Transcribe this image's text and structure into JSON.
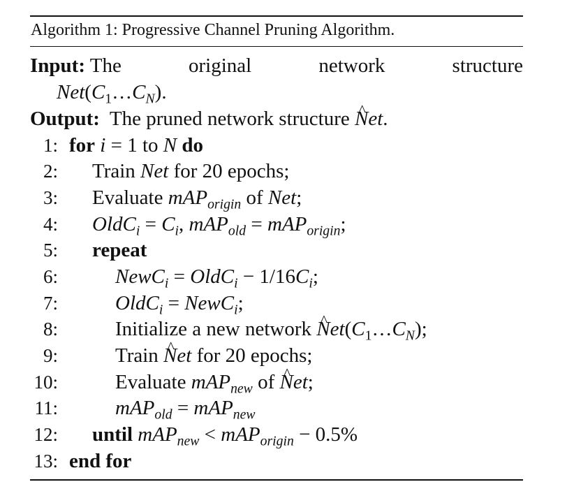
{
  "algorithm": {
    "caption": "Algorithm 1: Progressive Channel Pruning Algorithm.",
    "input_label": "Input:",
    "input_words": [
      "The",
      "original",
      "network",
      "structure"
    ],
    "input_cont": "Net(C1...CN).",
    "output_label": "Output:",
    "output_text": "The pruned network structure Nêt.",
    "steps": [
      {
        "num": "1:",
        "text": "for i = 1 to N do"
      },
      {
        "num": "2:",
        "text": "Train Net for 20 epochs;"
      },
      {
        "num": "3:",
        "text": "Evaluate mAPorigin of Net;"
      },
      {
        "num": "4:",
        "text": "OldCi = Ci, mAPold = mAPorigin;"
      },
      {
        "num": "5:",
        "text": "repeat"
      },
      {
        "num": "6:",
        "text": "NewCi = OldCi − 1/16Ci;"
      },
      {
        "num": "7:",
        "text": "OldCi = NewCi;"
      },
      {
        "num": "8:",
        "text": "Initialize a new network Nêt(C1...CN);"
      },
      {
        "num": "9:",
        "text": "Train Nêt for 20 epochs;"
      },
      {
        "num": "10:",
        "text": "Evaluate mAPnew of Nêt;"
      },
      {
        "num": "11:",
        "text": "mAPold = mAPnew"
      },
      {
        "num": "12:",
        "text": "until mAPnew < mAPorigin − 0.5%"
      },
      {
        "num": "13:",
        "text": "end for"
      }
    ]
  }
}
